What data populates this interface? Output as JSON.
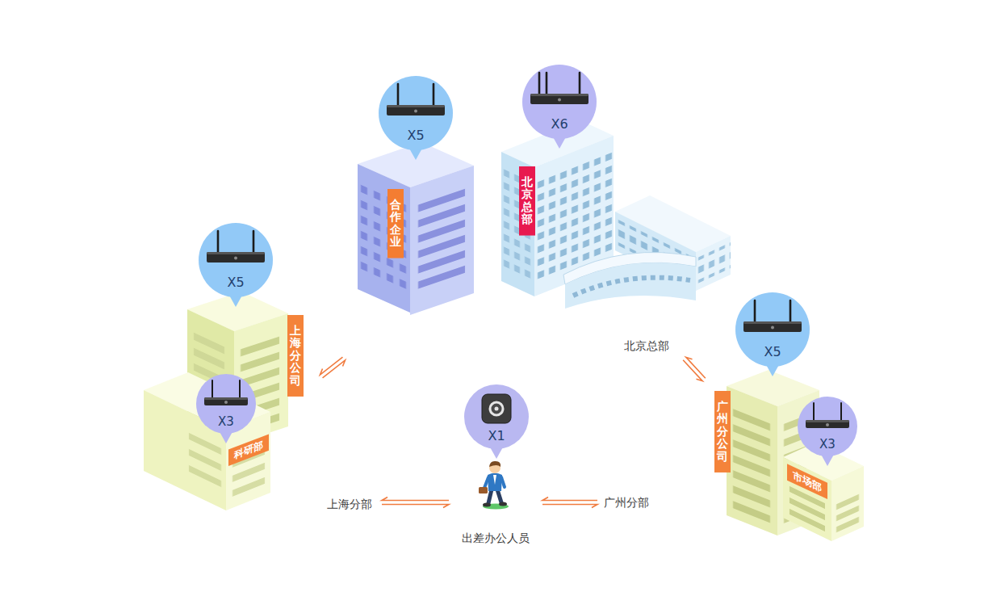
{
  "diagram": {
    "nodes": [
      {
        "text": [
          "X5"
        ]
      },
      {
        "text": [
          "X6"
        ]
      },
      {
        "text": [
          "合作企业"
        ]
      },
      {
        "text": [
          "北京总部"
        ]
      },
      {
        "text": [
          "北京总部"
        ]
      },
      {
        "text": [
          "X5"
        ]
      },
      {
        "text": [
          "上海分公司"
        ]
      },
      {
        "text": [
          "X3"
        ]
      },
      {
        "text": [
          "科研部"
        ]
      },
      {
        "text": [
          "上海分部"
        ]
      },
      {
        "text": [
          "X5"
        ]
      },
      {
        "text": [
          "广州分公司"
        ]
      },
      {
        "text": [
          "X3"
        ]
      },
      {
        "text": [
          "市场部"
        ]
      },
      {
        "text": [
          "广州分部"
        ]
      },
      {
        "text": [
          "X1"
        ]
      },
      {
        "text": [
          "出差办公人员"
        ]
      }
    ],
    "edges": [
      {
        "from": 9,
        "to": 4,
        "arrow": "both"
      },
      {
        "from": 4,
        "to": 14,
        "arrow": "both"
      },
      {
        "from": 9,
        "to": 16,
        "arrow": "both"
      },
      {
        "from": 16,
        "to": 14,
        "arrow": "both"
      }
    ]
  }
}
